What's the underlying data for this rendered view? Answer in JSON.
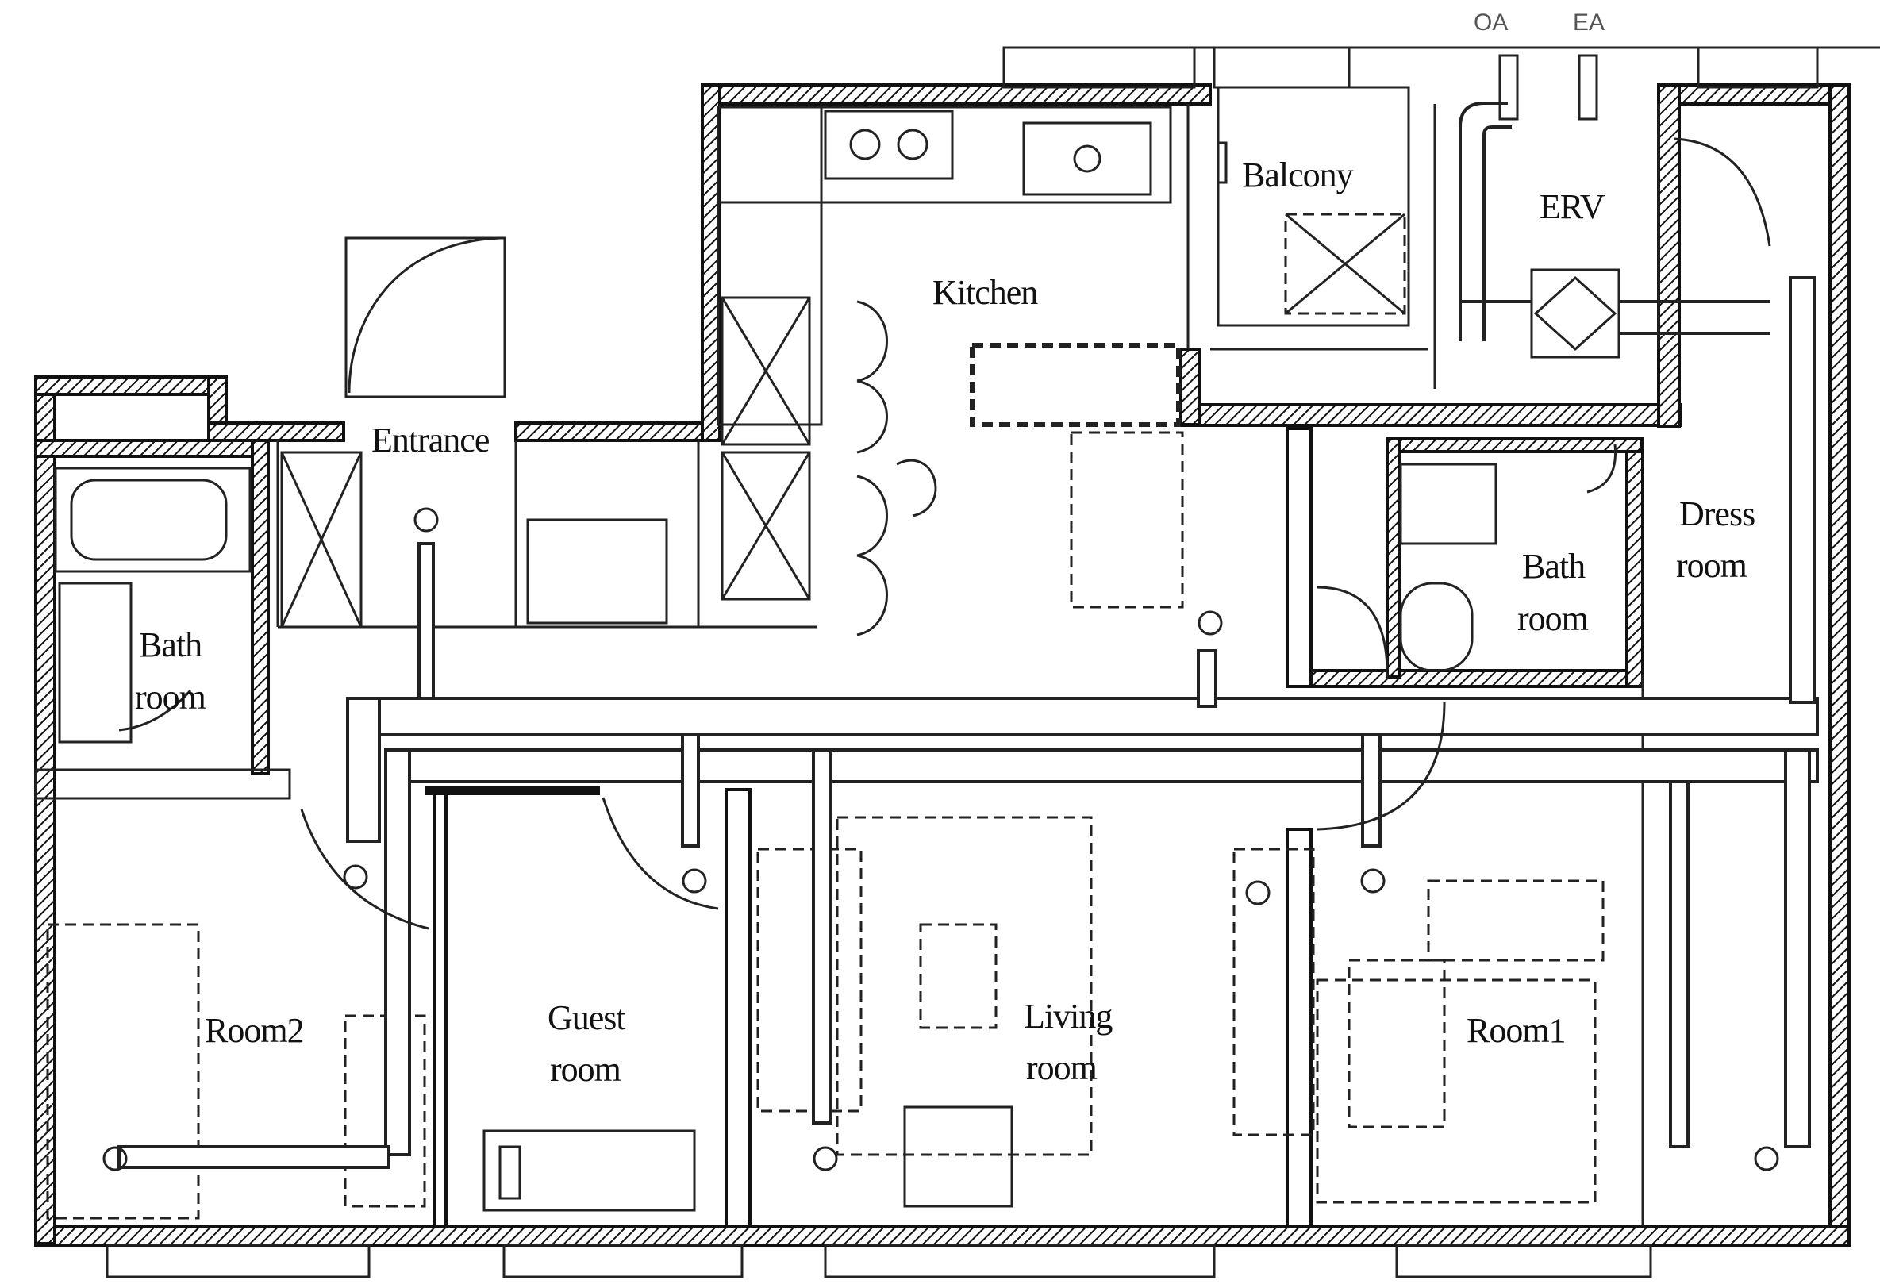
{
  "outlets": {
    "oa": "OA",
    "ea": "EA"
  },
  "rooms": {
    "kitchen": "Kitchen",
    "balcony": "Balcony",
    "erv": "ERV",
    "entrance": "Entrance",
    "bath_left": [
      "Bath",
      "room"
    ],
    "bath_right": [
      "Bath",
      "room"
    ],
    "dress": [
      "Dress",
      "room"
    ],
    "room2": "Room2",
    "guest": [
      "Guest",
      "room"
    ],
    "living": [
      "Living",
      "room"
    ],
    "room1": "Room1"
  }
}
